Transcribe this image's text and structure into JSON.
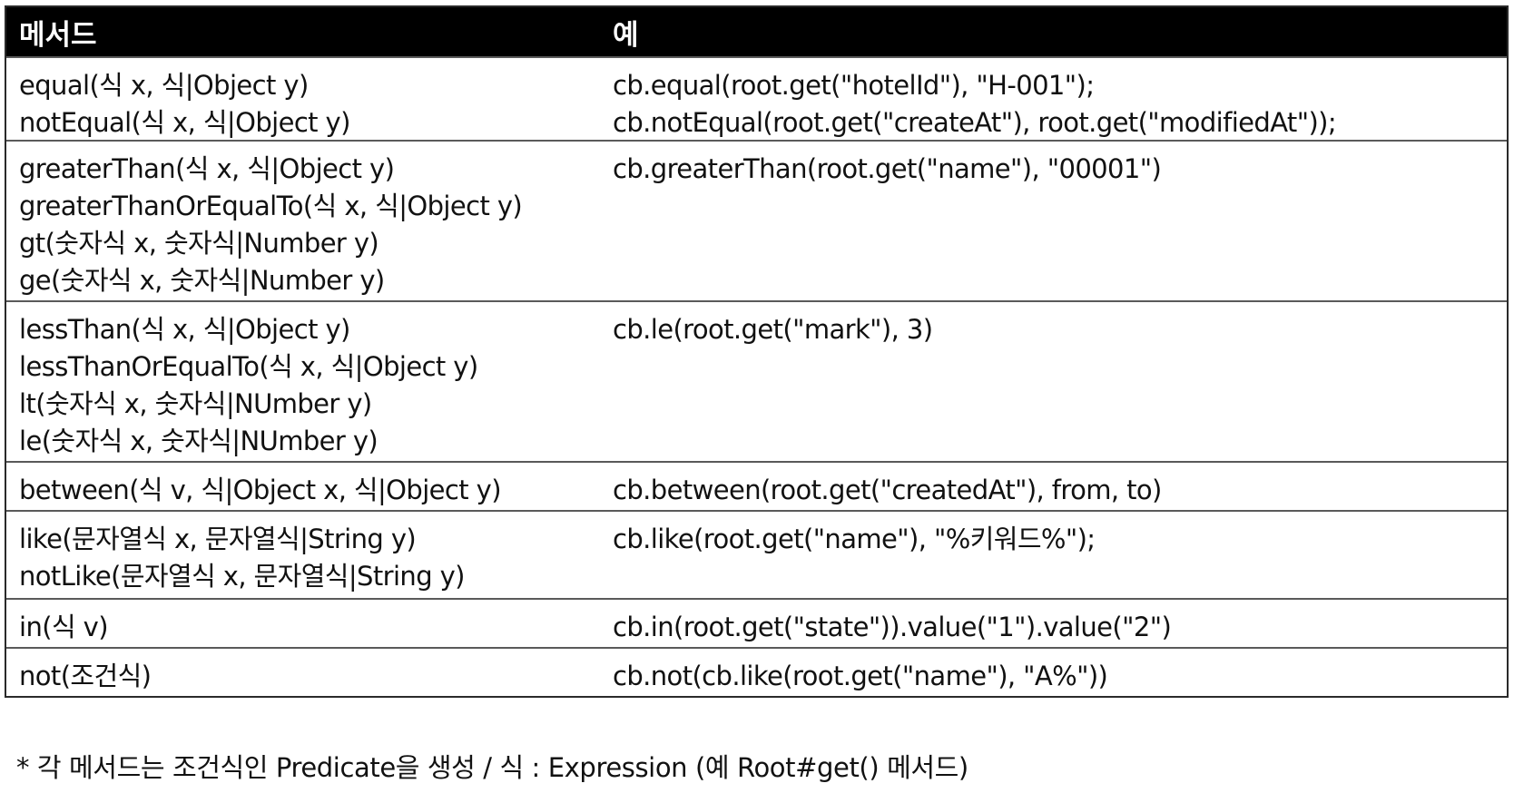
{
  "header": {
    "method": "메서드",
    "example": "예"
  },
  "rows": [
    {
      "methods": [
        "equal(식 x, 식|Object y)",
        "notEqual(식 x, 식|Object y)"
      ],
      "examples": [
        "cb.equal(root.get(\"hotelId\"), \"H-001\");",
        "cb.notEqual(root.get(\"createAt\"), root.get(\"modifiedAt\"));"
      ]
    },
    {
      "methods": [
        "greaterThan(식 x, 식|Object y)",
        "greaterThanOrEqualTo(식 x, 식|Object y)",
        "gt(숫자식 x, 숫자식|Number y)",
        "ge(숫자식 x, 숫자식|Number y)"
      ],
      "examples": [
        "cb.greaterThan(root.get(\"name\"), \"00001\")"
      ]
    },
    {
      "methods": [
        "lessThan(식 x, 식|Object y)",
        "lessThanOrEqualTo(식 x, 식|Object y)",
        "lt(숫자식 x, 숫자식|NUmber y)",
        "le(숫자식 x, 숫자식|NUmber y)"
      ],
      "examples": [
        "cb.le(root.get(\"mark\"), 3)"
      ]
    },
    {
      "methods": [
        "between(식 v, 식|Object x, 식|Object y)"
      ],
      "examples": [
        "cb.between(root.get(\"createdAt\"), from, to)"
      ]
    },
    {
      "methods": [
        "like(문자열식 x, 문자열식|String y)",
        "notLike(문자열식 x, 문자열식|String y)"
      ],
      "examples": [
        "cb.like(root.get(\"name\"), \"%키워드%\");"
      ]
    },
    {
      "methods": [
        "in(식 v)"
      ],
      "examples": [
        "cb.in(root.get(\"state\")).value(\"1\").value(\"2\")"
      ]
    },
    {
      "methods": [
        "not(조건식)"
      ],
      "examples": [
        "cb.not(cb.like(root.get(\"name\"), \"A%\"))"
      ]
    }
  ],
  "footnote": "* 각 메서드는 조건식인 Predicate을 생성  / 식 : Expression (예 Root#get() 메서드)"
}
